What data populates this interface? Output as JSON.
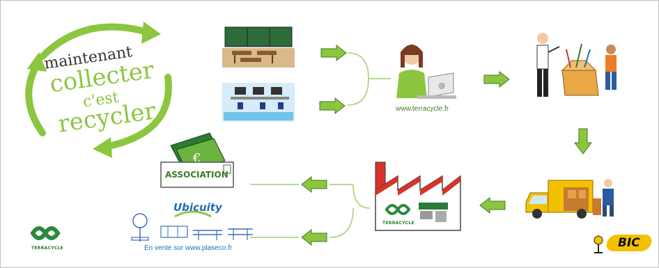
{
  "slogan": {
    "line1": "maintenant",
    "line2": "collecter",
    "line3": "c'est",
    "line4": "recycler"
  },
  "website": "www.terracycle.fr",
  "association_label": "ASSOCIATION",
  "ubicuity_label": "Ubicuity",
  "sale_text": "En vente sur www.plaseco.fr",
  "terracycle_brand": "TERRACYCLE",
  "bic_logo": "BIC",
  "colors": {
    "green": "#8cc63f",
    "dark_green": "#4a8a2a",
    "blue": "#1e6fb8",
    "truck_yellow": "#f2c200"
  }
}
